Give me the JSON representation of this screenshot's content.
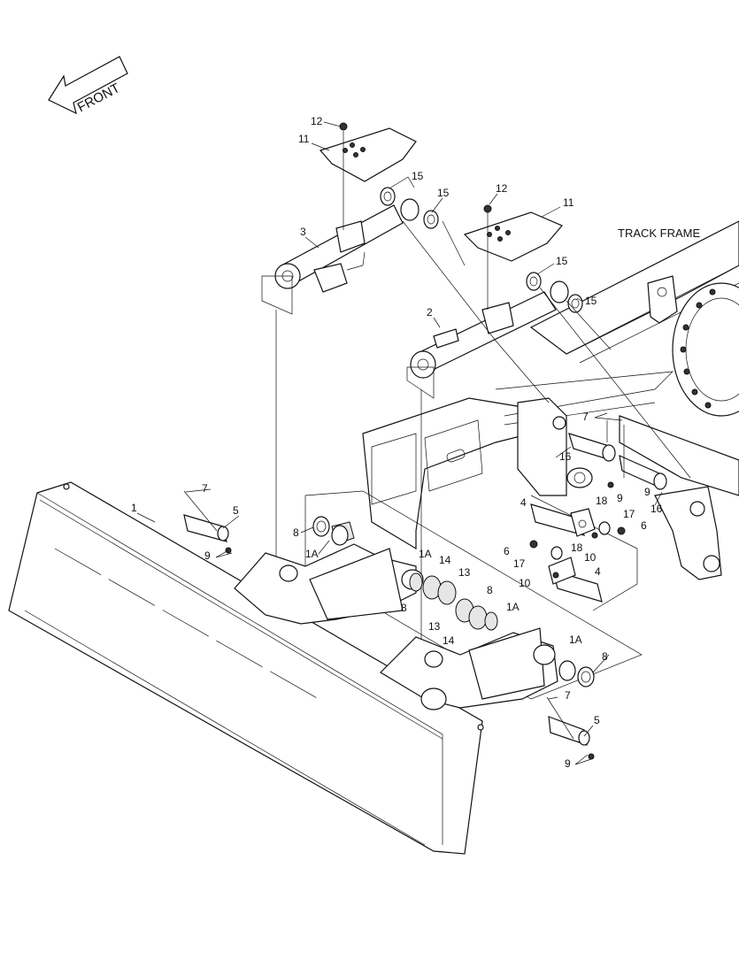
{
  "front_label": "FRONT",
  "track_frame_label": "TRACK FRAME",
  "part_labels": {
    "p1": "1",
    "p1a_a": "1A",
    "p1a_b": "1A",
    "p1a_c": "1A",
    "p1a_d": "1A",
    "p2": "2",
    "p3": "3",
    "p4_a": "4",
    "p4_b": "4",
    "p5_a": "5",
    "p5_b": "5",
    "p6_a": "6",
    "p6_b": "6",
    "p7_a": "7",
    "p7_b": "7",
    "p7_c": "7",
    "p8_a": "8",
    "p8_b": "8",
    "p8_c": "8",
    "p8_d": "8",
    "p9_a": "9",
    "p9_b": "9",
    "p9_c": "9",
    "p9_d": "9",
    "p10_a": "10",
    "p10_b": "10",
    "p11_a": "11",
    "p11_b": "11",
    "p12_a": "12",
    "p12_b": "12",
    "p13_a": "13",
    "p13_b": "13",
    "p14_a": "14",
    "p14_b": "14",
    "p15_a": "15",
    "p15_b": "15",
    "p15_c": "15",
    "p15_d": "15",
    "p16_a": "16",
    "p16_b": "16",
    "p17_a": "17",
    "p17_b": "17",
    "p18_a": "18",
    "p18_b": "18"
  }
}
